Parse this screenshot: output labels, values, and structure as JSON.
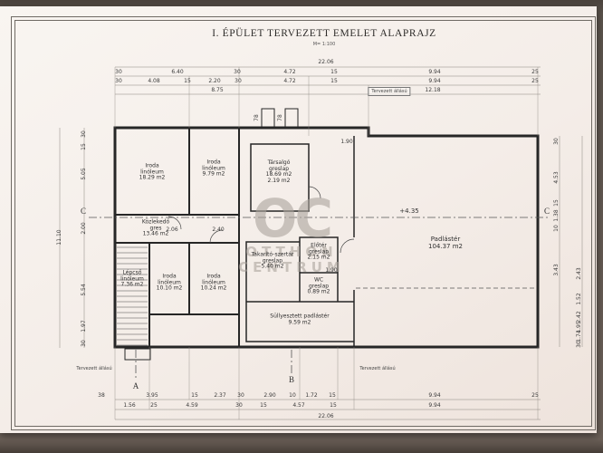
{
  "title": {
    "text": "I. ÉPÜLET TERVEZETT EMELET ALAPRAJZ",
    "scale": "M= 1:100"
  },
  "watermark": {
    "initials": "OC",
    "line1": "OTTHON",
    "line2": "CENTRUM"
  },
  "notes": {
    "planned_top": "Tervezett állású",
    "planned_bottom_left": "Tervezett állású",
    "planned_bottom_right": "Tervezett állású"
  },
  "sections": {
    "c_left": "C",
    "c_right": "C",
    "a": "A",
    "b": "B"
  },
  "rooms": [
    {
      "name": "Iroda",
      "material": "linóleum",
      "area": "18.29 m2"
    },
    {
      "name": "Iroda",
      "material": "linóleum",
      "area": "9.79 m2"
    },
    {
      "name": "Társalgó",
      "material": "greslap",
      "area": "18.69 m2",
      "extra": "2.19 m2"
    },
    {
      "name": "Közlekedő",
      "material": "gres",
      "area": "13.46 m2"
    },
    {
      "name": "Lépcső",
      "material": "linóleum",
      "area": "7.36 m2"
    },
    {
      "name": "Iroda",
      "material": "linóleum",
      "area": "10.10 m2"
    },
    {
      "name": "Iroda",
      "material": "linóleum",
      "area": "10.24 m2"
    },
    {
      "name": "Takarító-szertár",
      "material": "greslap",
      "area": "5.40 m2"
    },
    {
      "name": "Előtér",
      "material": "greslap",
      "area": "2.15 m2"
    },
    {
      "name": "WC",
      "material": "greslap",
      "area": "0.89 m2"
    },
    {
      "name": "Süllyesztett padlástér",
      "area": "9.59 m2"
    },
    {
      "name": "Padlástér",
      "area": "104.37 m2"
    }
  ],
  "annotations": {
    "level": "+4.35",
    "height_top": "1.90",
    "height_mid": "1.90",
    "chimney1": "78",
    "chimney2": "78",
    "corridor_w1": "2.06",
    "corridor_w2": "2.40"
  },
  "dims": {
    "top": {
      "overall": "22.06",
      "row2": [
        "30",
        "6.40",
        "30",
        "4.72",
        "15",
        "9.94",
        "25"
      ],
      "row3": [
        "30",
        "4.08",
        "15",
        "2.20",
        "30",
        "4.72",
        "15",
        "9.94",
        "25"
      ],
      "split": [
        "8.75",
        "12.18"
      ]
    },
    "bottom": {
      "row1": [
        "38",
        "3.95",
        "15",
        "2.37",
        "30",
        "2.90",
        "10",
        "1.72",
        "15",
        "9.94",
        "25"
      ],
      "row2": [
        "1.56",
        "25",
        "4.59",
        "30",
        "15",
        "4.57",
        "15",
        "9.94"
      ],
      "overall": "22.06"
    },
    "left": {
      "overall": "11.10",
      "col": [
        "30",
        "15",
        "5.05",
        "2.00",
        "5.54",
        "1.97",
        "30"
      ]
    },
    "right": {
      "col1": [
        "30",
        "4.53",
        "15",
        "1.38",
        "10",
        "3.43"
      ],
      "col2": [
        "2.43",
        "1.52",
        "2.42",
        "1.95",
        "1.74",
        "30"
      ]
    }
  }
}
